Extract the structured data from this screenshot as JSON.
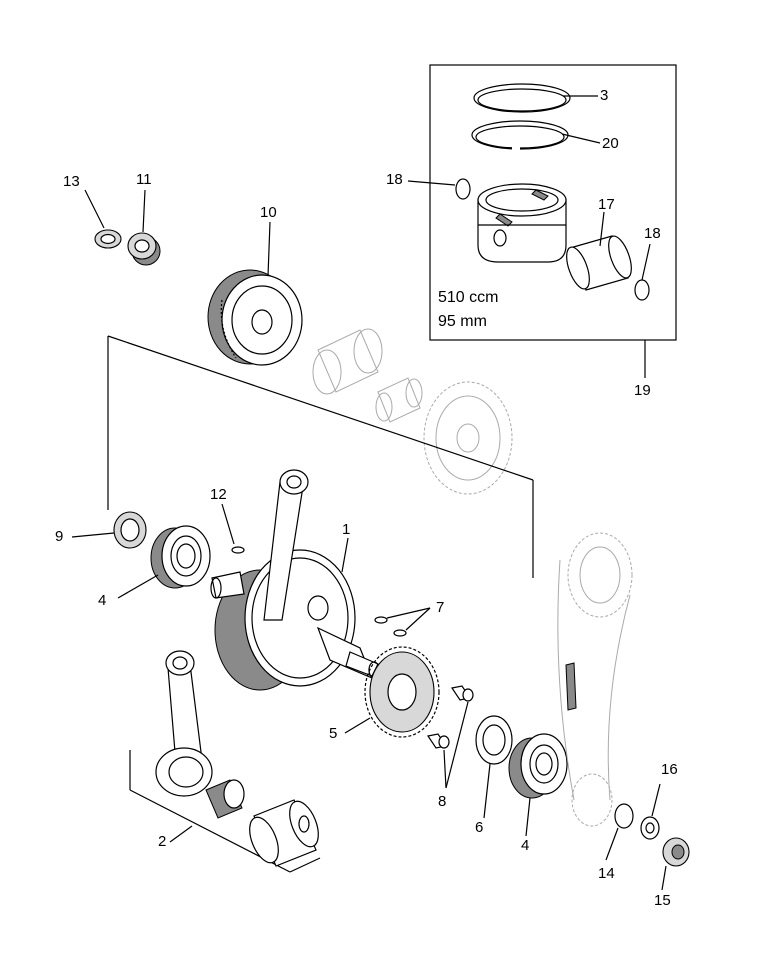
{
  "spec": {
    "line1": "510 ccm",
    "line2": "95 mm"
  },
  "callouts": {
    "c1": "1",
    "c2": "2",
    "c3": "3",
    "c4a": "4",
    "c4b": "4",
    "c5": "5",
    "c6": "6",
    "c7": "7",
    "c8": "8",
    "c9": "9",
    "c10": "10",
    "c11": "11",
    "c12": "12",
    "c13": "13",
    "c14": "14",
    "c15": "15",
    "c16": "16",
    "c17": "17",
    "c18a": "18",
    "c18b": "18",
    "c19": "19",
    "c20": "20"
  }
}
